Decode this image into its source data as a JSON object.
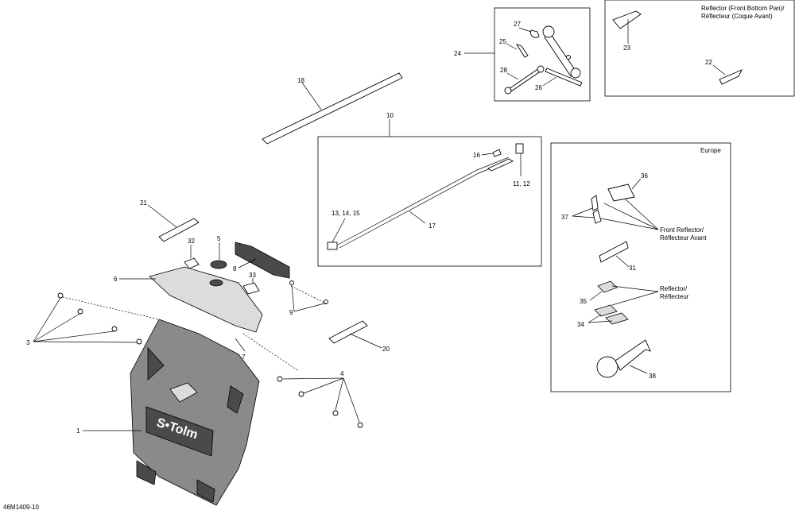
{
  "figure_code": "46M1409-10",
  "callouts": {
    "c1": "1",
    "c3": "3",
    "c4": "4",
    "c5": "5",
    "c6": "6",
    "c7": "7",
    "c8": "8",
    "c9": "9",
    "c10": "10",
    "c11_12": "11, 12",
    "c13_14_15": "13, 14, 15",
    "c16": "16",
    "c17": "17",
    "c18": "18",
    "c20": "20",
    "c21": "21",
    "c22": "22",
    "c23": "23",
    "c24": "24",
    "c25": "25",
    "c26": "26",
    "c27": "27",
    "c28": "28",
    "c31": "31",
    "c32": "32",
    "c33": "33",
    "c34": "34",
    "c35": "35",
    "c36": "36",
    "c37": "37",
    "c38": "38"
  },
  "panels": {
    "front_pan_box": {
      "title_line1": "Reflector (Front Bottom Pan)/",
      "title_line2": "Réflecteur (Coque Avant)"
    },
    "europe_box": {
      "title": "Europe",
      "front_reflector_line1": "Front Reflector/",
      "front_reflector_line2": "Réflecteur Avant",
      "reflector_line1": "Reflector/",
      "reflector_line2": "Réflecteur"
    }
  },
  "bumper_badge": "S•Tolm"
}
